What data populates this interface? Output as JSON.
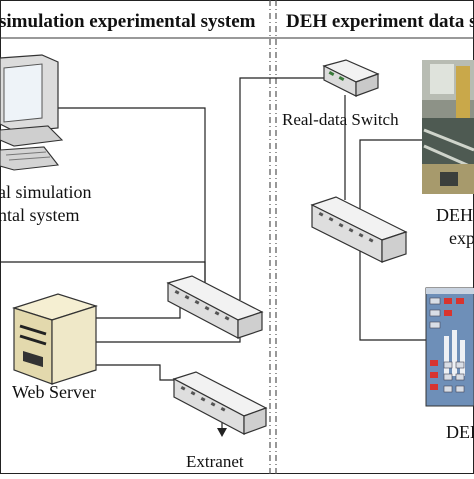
{
  "diagram": {
    "left_section_title": "simulation experimental system",
    "right_section_title": "DEH experiment data s",
    "labels": {
      "simulation_system_line1": "al simulation",
      "simulation_system_line2": "ntal system",
      "real_data_switch": "Real-data  Switch",
      "web_server": "Web Server",
      "extranet": "Extranet",
      "deh_top_fragment": "DEH",
      "deh_top_fragment2": "exp",
      "deh_bottom_fragment": "DEH"
    }
  },
  "colors": {
    "line": "#222222",
    "divider": "#555555",
    "switch_body": "#e9e9e9",
    "server_body": "#efe8c8",
    "panel_bg": "#6e8fb8"
  }
}
